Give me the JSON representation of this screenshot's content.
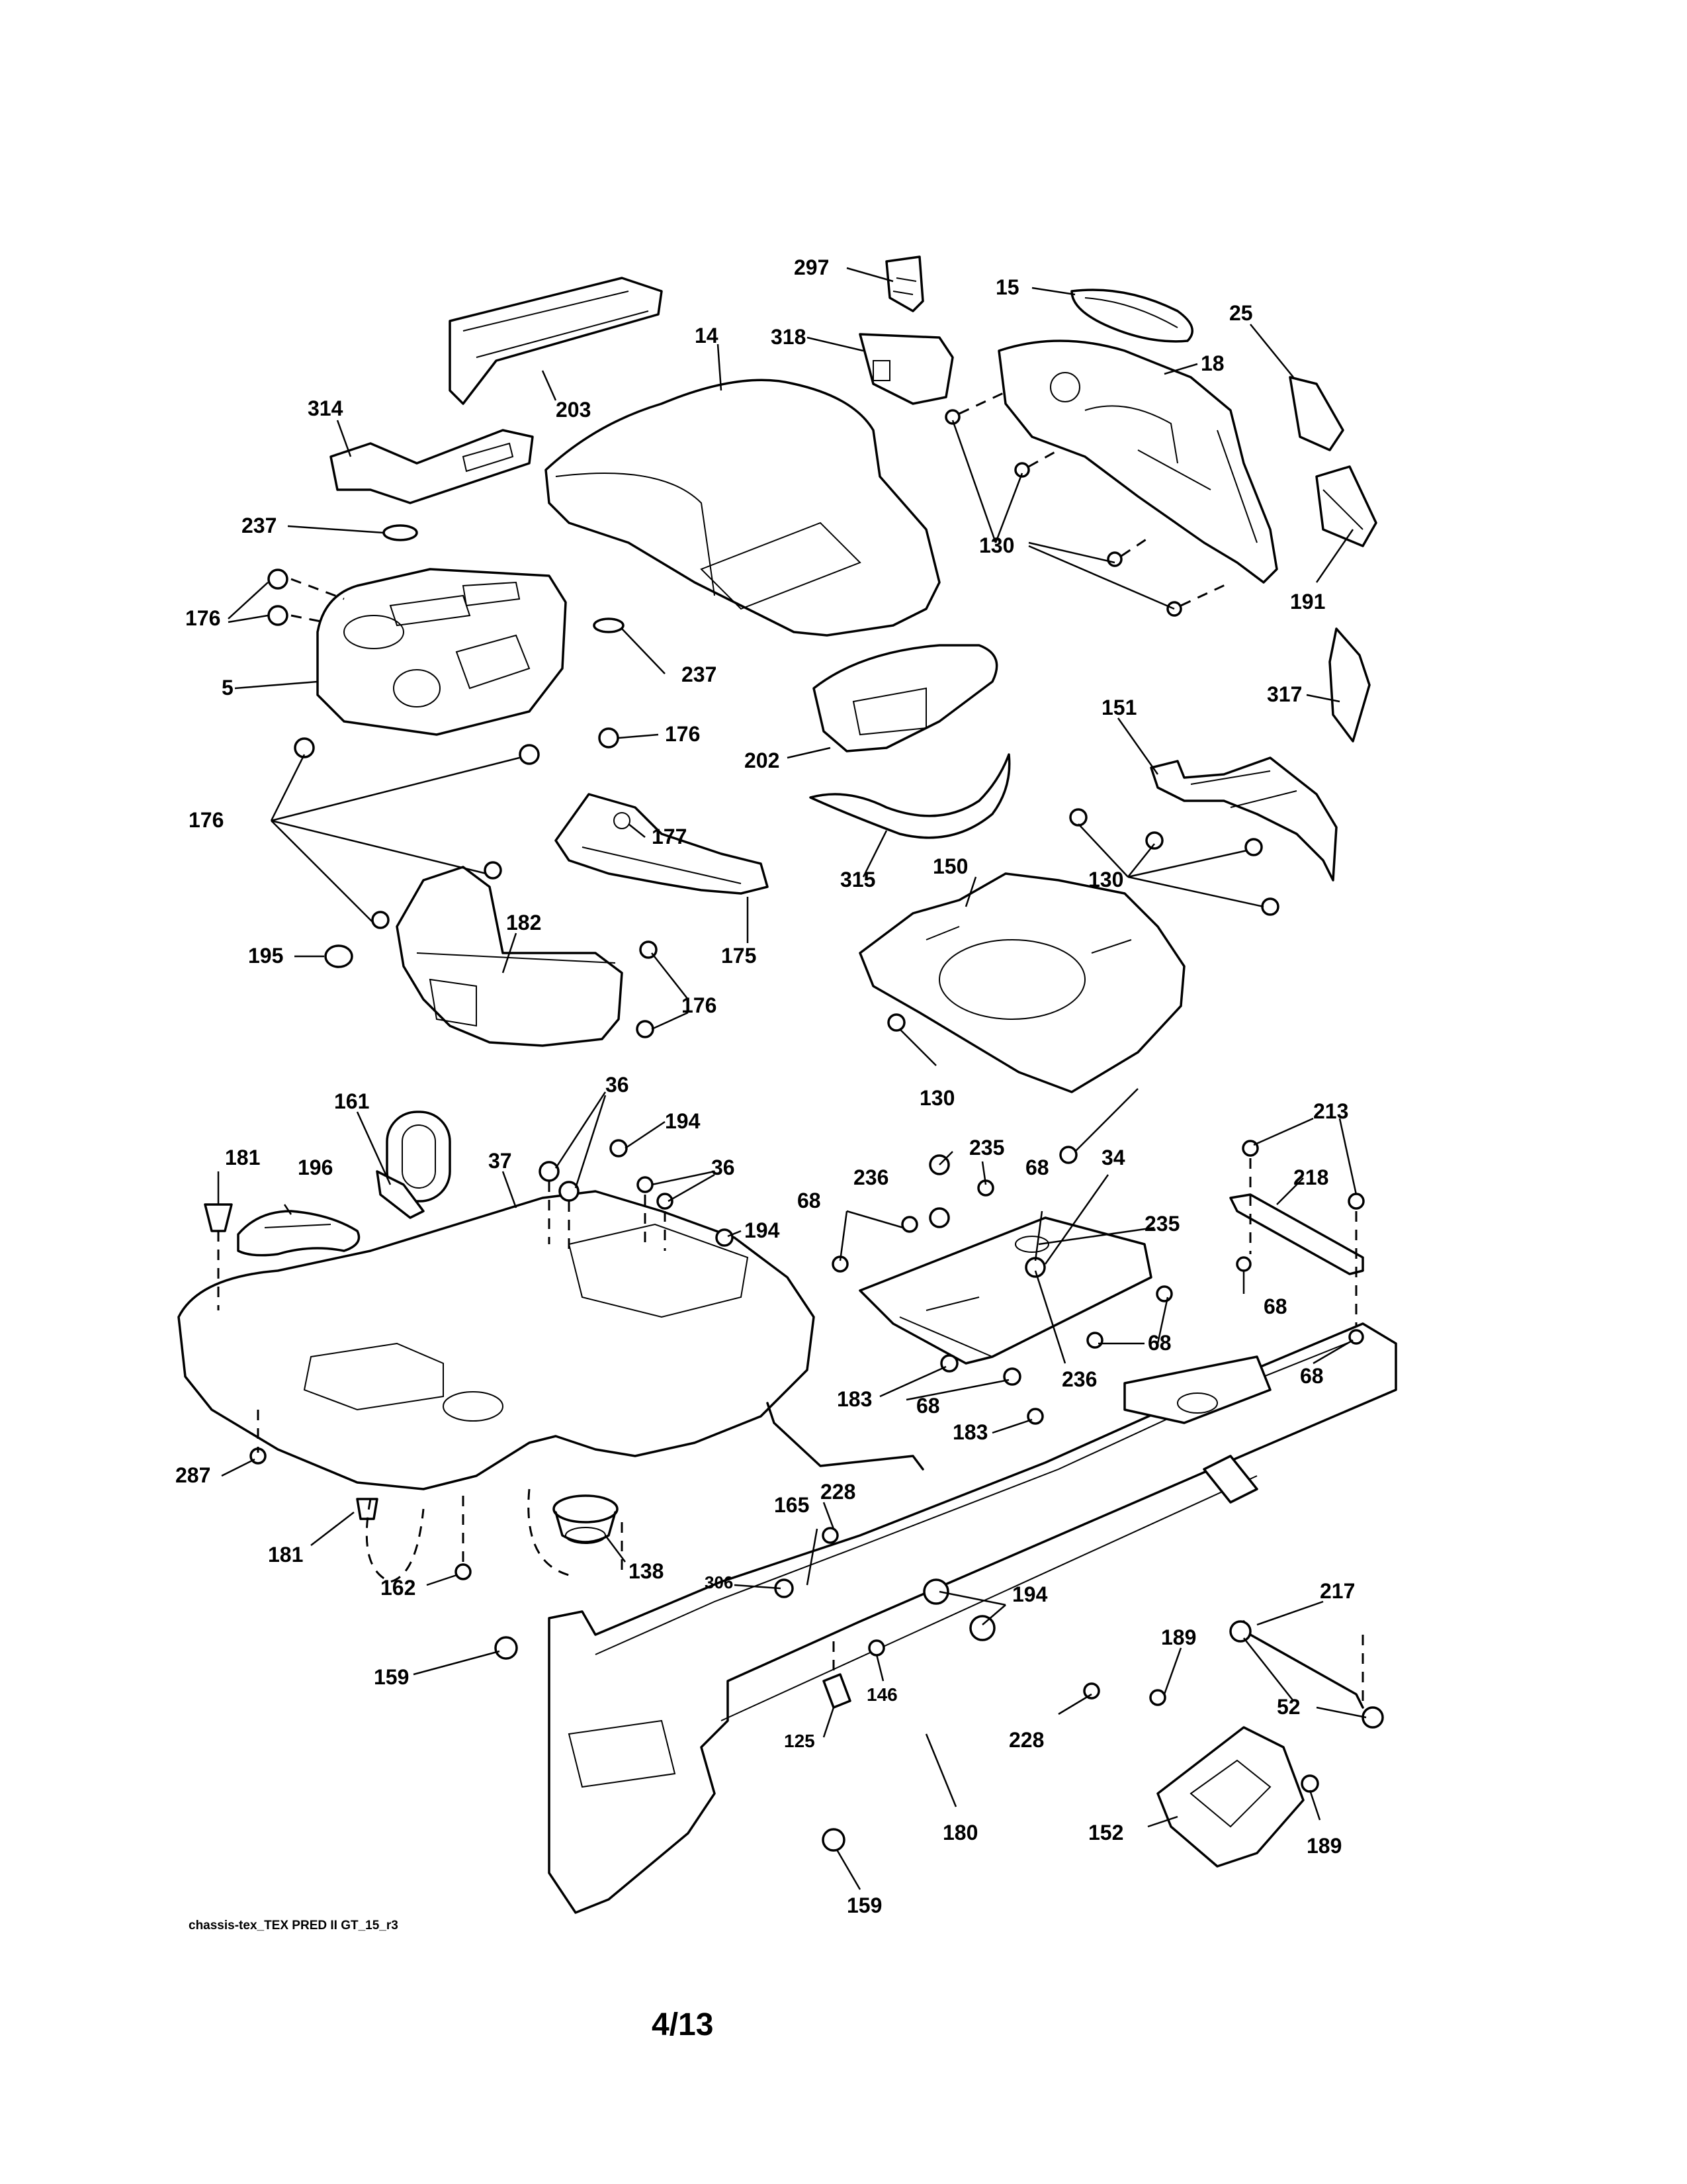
{
  "diagram": {
    "title": "",
    "source_code": "chassis-tex_TEX PRED II GT_15_r3",
    "page_number": "4/13",
    "callouts": [
      "297",
      "15",
      "318",
      "14",
      "18",
      "25",
      "203",
      "314",
      "130",
      "237",
      "176",
      "191",
      "5",
      "317",
      "151",
      "202",
      "176",
      "315",
      "177",
      "150",
      "195",
      "182",
      "175",
      "161",
      "36",
      "194",
      "213",
      "235",
      "181",
      "196",
      "37",
      "236",
      "68",
      "34",
      "218",
      "235",
      "183",
      "287",
      "228",
      "165",
      "181",
      "162",
      "138",
      "306",
      "194",
      "217",
      "159",
      "146",
      "189",
      "125",
      "228",
      "52",
      "180",
      "152",
      "189",
      "159",
      "130",
      "130",
      "176",
      "176",
      "36",
      "194",
      "68",
      "68",
      "68",
      "236",
      "183",
      "68",
      "68",
      "237"
    ]
  }
}
